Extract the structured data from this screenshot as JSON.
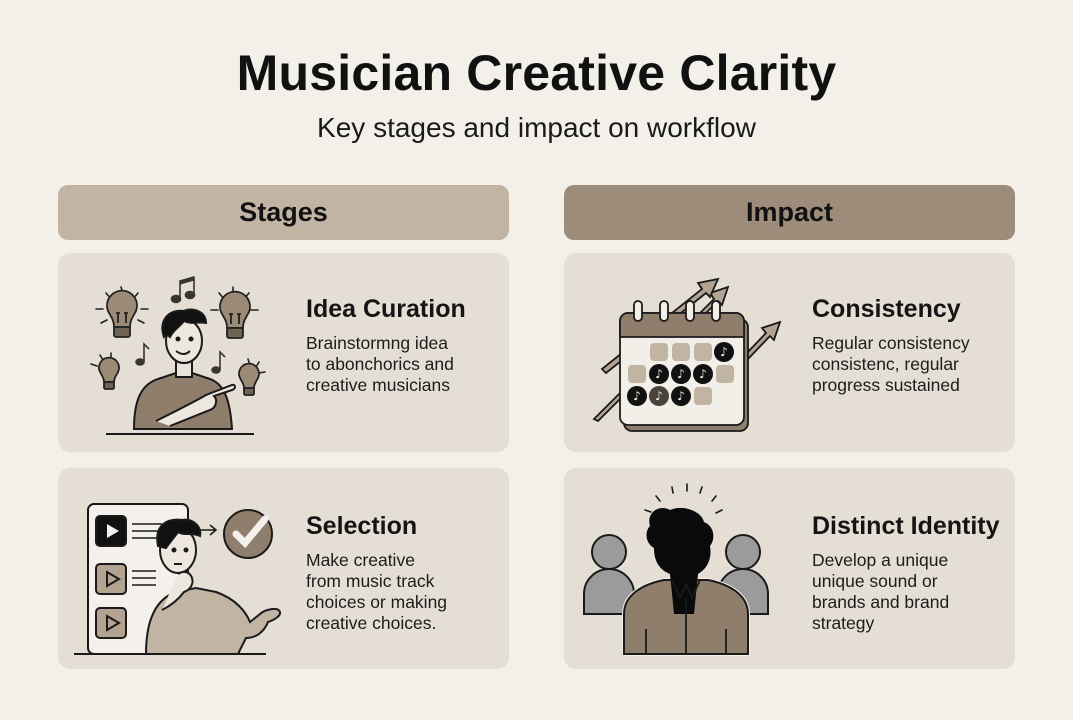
{
  "header": {
    "title": "Musician Creative Clarity",
    "subtitle": "Key stages and impact on workflow"
  },
  "columns": [
    {
      "label": "Stages",
      "color": "#c2b4a3",
      "cards": [
        {
          "title": "Idea Curation",
          "description": "Brainstormng idea\nto abonchorics and\ncreative musicians",
          "icon": "lightbulb-musician-icon"
        },
        {
          "title": "Selection",
          "description": "Make creative\nfrom music track\nchoices or making\ncreative choices.",
          "icon": "track-selection-icon"
        }
      ]
    },
    {
      "label": "Impact",
      "color": "#9c8c79",
      "cards": [
        {
          "title": "Consistency",
          "description": "Regular consistency\nconsistenc, regular\nprogress sustained",
          "icon": "calendar-progress-icon"
        },
        {
          "title": "Distinct Identity",
          "description": "Develop a unique\nunique sound or\nbrands and brand\nstrategy",
          "icon": "distinct-person-icon"
        }
      ]
    }
  ],
  "colors": {
    "background": "#f3f0ea",
    "card": "#e5ded4",
    "accent_brown": "#8e7e6b",
    "ink": "#111111"
  }
}
